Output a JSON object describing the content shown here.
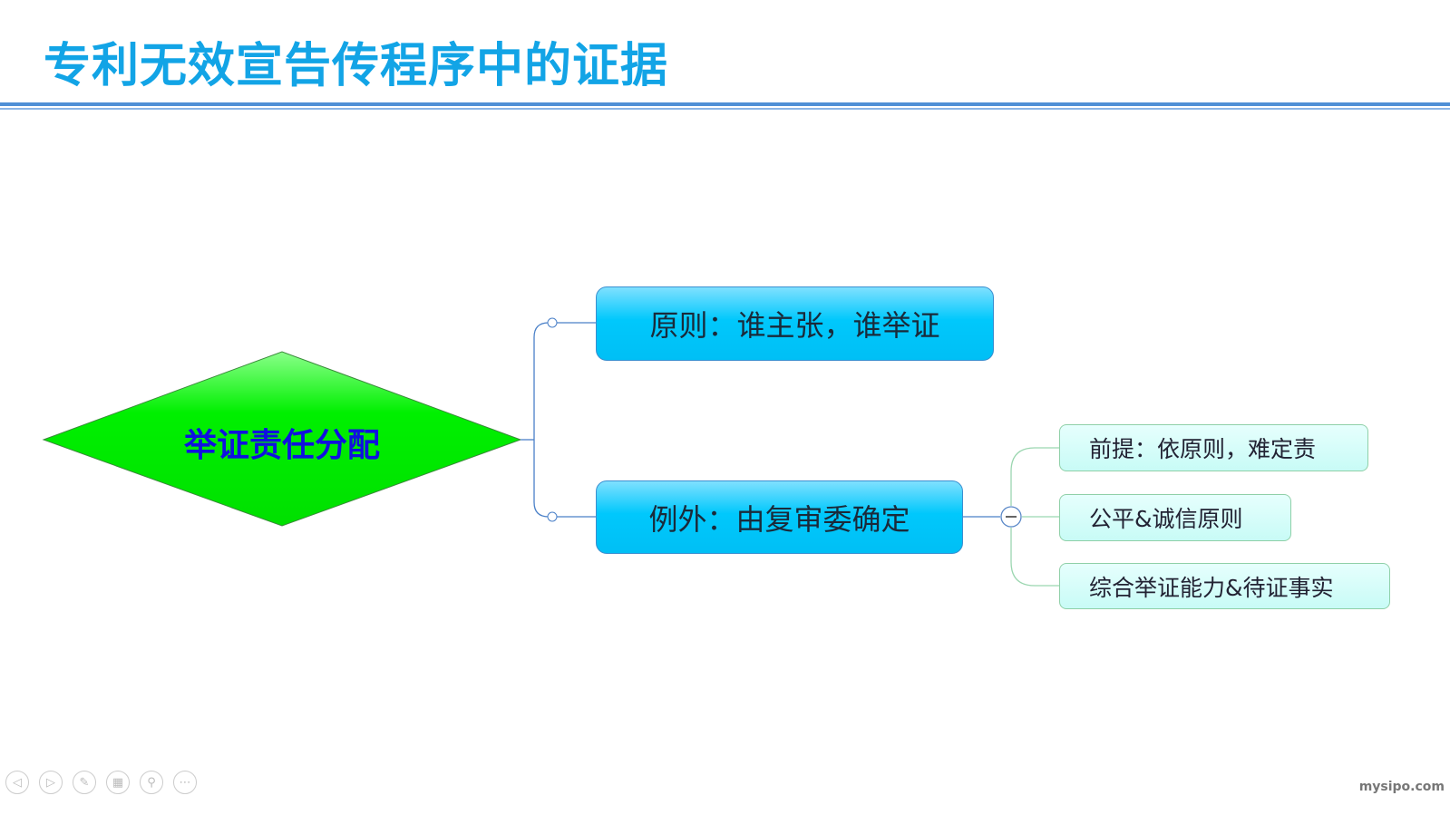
{
  "title": "专利无效宣告传程序中的证据",
  "diagram": {
    "root": "举证责任分配",
    "branches": [
      {
        "label": "原则：谁主张，谁举证"
      },
      {
        "label": "例外：由复审委确定",
        "children": [
          "前提：依原则，难定责",
          "公平&诚信原则",
          "综合举证能力&待证事实"
        ]
      }
    ]
  },
  "nav_icons": [
    "prev-icon",
    "next-icon",
    "pen-icon",
    "slides-icon",
    "zoom-icon",
    "more-icon"
  ],
  "watermark": "mysipo.com",
  "colors": {
    "title": "#12a4e6",
    "diamond": "#00ee00",
    "main_box": "#00c8fc",
    "sub_box": "#c8fbf6"
  }
}
